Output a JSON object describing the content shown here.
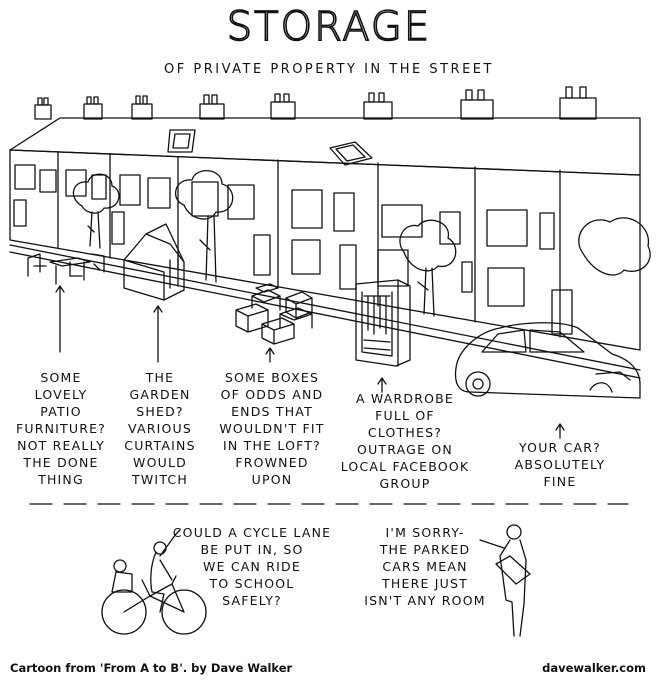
{
  "title": "STORAGE",
  "subtitle": "OF PRIVATE PROPERTY IN THE STREET",
  "captions": {
    "patio": "SOME\nLOVELY\nPATIO\nFURNITURE?\nNOT REALLY\nTHE DONE\nTHING",
    "shed": "THE\nGARDEN\nSHED?\nVARIOUS\nCURTAINS\nWOULD\nTWITCH",
    "boxes": "SOME BOXES\nOF ODDS AND\nENDS THAT\nWOULDN'T FIT\nIN THE LOFT?\nFROWNED\nUPON",
    "wardrobe": "A WARDROBE\nFULL OF\nCLOTHES?\nOUTRAGE ON\nLOCAL FACEBOOK\nGROUP",
    "car": "YOUR CAR?\nABSOLUTELY\nFINE"
  },
  "speech": {
    "cyclist": "COULD A CYCLE LANE\nBE PUT IN, SO\nWE CAN RIDE\nTO SCHOOL\nSAFELY?",
    "official": "I'M SORRY-\nTHE PARKED\nCARS MEAN\nTHERE JUST\nISN'T ANY ROOM"
  },
  "footer": {
    "credit": "Cartoon from 'From A to B'. by Dave Walker",
    "site": "davewalker.com"
  }
}
